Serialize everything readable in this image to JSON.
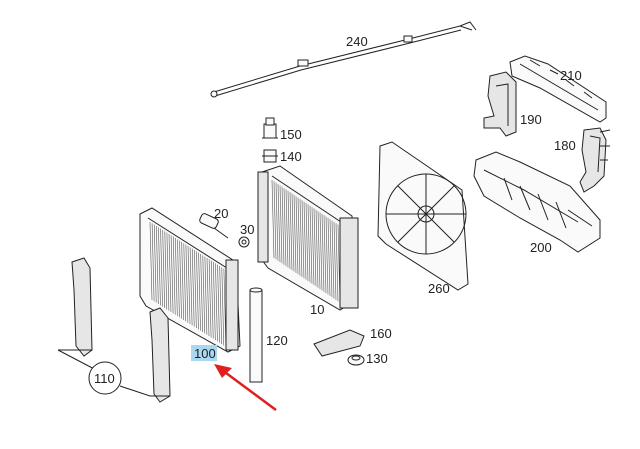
{
  "labels": {
    "p240": "240",
    "p210": "210",
    "p190": "190",
    "p180": "180",
    "p200": "200",
    "p150": "150",
    "p140": "140",
    "p20": "20",
    "p30": "30",
    "p10": "10",
    "p260": "260",
    "p160": "160",
    "p130": "130",
    "p120": "120",
    "p100": "100",
    "p110": "110"
  },
  "colors": {
    "highlight": "#a9d8f0",
    "arrow": "#e02020",
    "line": "#222222"
  }
}
